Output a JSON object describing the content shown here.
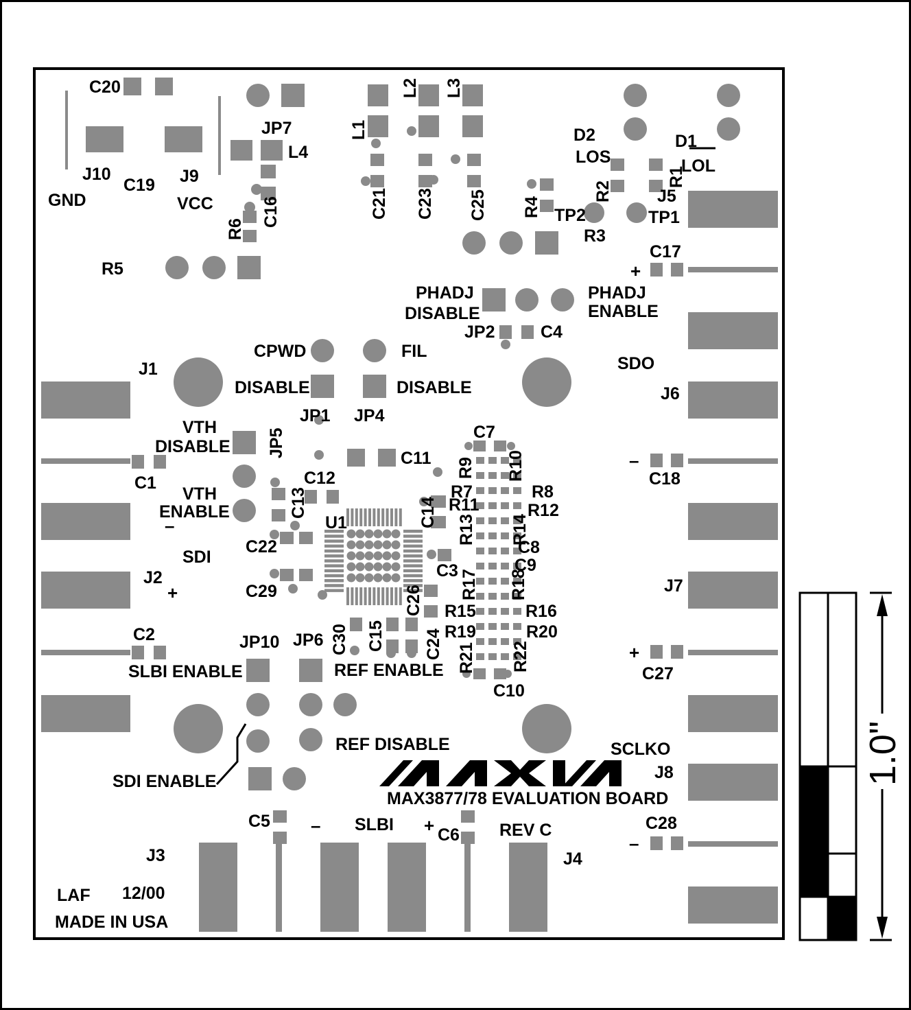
{
  "board": {
    "title": "MAX3877/78 EVALUATION BOARD",
    "revision": "REV C",
    "logo_text": "MAXIM",
    "initials": "LAF",
    "date": "12/00",
    "origin": "MADE IN USA",
    "scale_label": "1.0\""
  },
  "labels": {
    "c20": "C20",
    "c19": "C19",
    "j10": "J10",
    "j9": "J9",
    "gnd": "GND",
    "vcc": "VCC",
    "jp7": "JP7",
    "l4": "L4",
    "c16": "C16",
    "r6": "R6",
    "r5": "R5",
    "l1": "L1",
    "l2": "L2",
    "l3": "L3",
    "c21": "C21",
    "c23": "C23",
    "c25": "C25",
    "r4": "R4",
    "tp2": "TP2",
    "r3": "R3",
    "d2": "D2",
    "los": "LOS",
    "r2": "R2",
    "d1": "D1",
    "lol": "LOL",
    "r1": "R1",
    "j5": "J5",
    "tp1": "TP1",
    "c17": "C17",
    "phadj1": "PHADJ",
    "disable_ph": "DISABLE",
    "phadj2": "PHADJ",
    "enable_ph": "ENABLE",
    "jp2": "JP2",
    "c4": "C4",
    "cpwd": "CPWD",
    "fil": "FIL",
    "disable_cp": "DISABLE",
    "disable_fil": "DISABLE",
    "sdo": "SDO",
    "j6": "J6",
    "j1": "J1",
    "vth1": "VTH",
    "vth_disable": "DISABLE",
    "jp5": "JP5",
    "jp1": "JP1",
    "jp4": "JP4",
    "c11": "C11",
    "c7": "C7",
    "r9": "R9",
    "r10": "R10",
    "c1": "C1",
    "c12": "C12",
    "vth2": "VTH",
    "vth_enable": "ENABLE",
    "c13": "C13",
    "r7": "R7",
    "r8": "R8",
    "r11": "R11",
    "r12": "R12",
    "c18": "C18",
    "u1": "U1",
    "c14": "C14",
    "r13": "R13",
    "r14": "R14",
    "c8": "C8",
    "c22": "C22",
    "sdi": "SDI",
    "c3": "C3",
    "c9": "C9",
    "j2": "J2",
    "c29": "C29",
    "r17": "R17",
    "r18": "R18",
    "j7": "J7",
    "c26": "C26",
    "r15": "R15",
    "r16": "R16",
    "r19": "R19",
    "r20": "R20",
    "c2": "C2",
    "jp10": "JP10",
    "jp6": "JP6",
    "c30": "C30",
    "c15": "C15",
    "c24": "C24",
    "r21": "R21",
    "r22": "R22",
    "c27": "C27",
    "slbi_enable": "SLBI ENABLE",
    "ref_enable": "REF ENABLE",
    "c10": "C10",
    "ref_disable": "REF DISABLE",
    "sclko": "SCLKO",
    "sdi_enable": "SDI ENABLE",
    "j8": "J8",
    "c5": "C5",
    "slbi": "SLBI",
    "c6": "C6",
    "c28": "C28",
    "j3": "J3",
    "j4": "J4",
    "plus": "+",
    "minus": "–"
  }
}
